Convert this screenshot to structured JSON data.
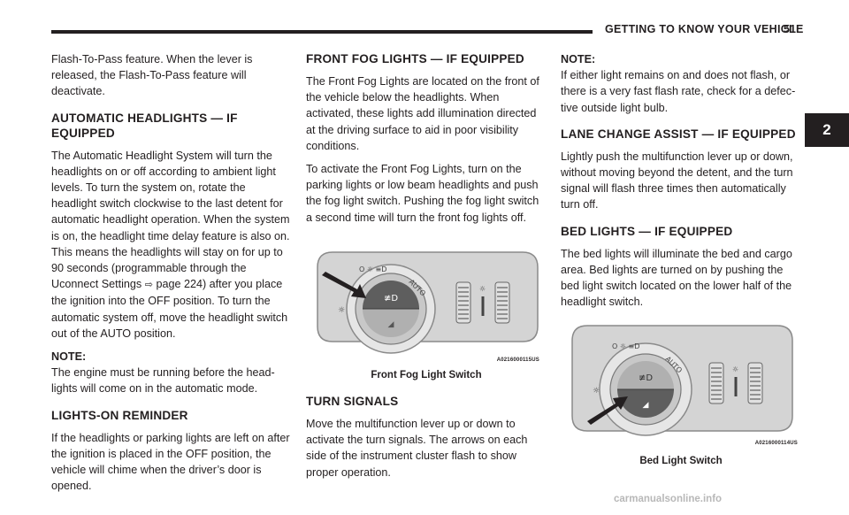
{
  "header": {
    "title": "GETTING TO KNOW YOUR VEHICLE",
    "page": "51"
  },
  "tab": "2",
  "col1": {
    "p1": "Flash-To-Pass feature. When the lever is released, the Flash-To-Pass feature will deactivate.",
    "h_auto": "AUTOMATIC HEADLIGHTS — IF EQUIPPED",
    "p_auto_a": "The Automatic Headlight System will turn the headlights on or off according to ambient light levels. To turn the system on, rotate the headlight switch clockwise to the last detent for automatic headlight operation. When the system is on, the headlight time delay feature is also on. This means the headlights will stay on for up to 90 seconds (programmable through the Uconnect Settings",
    "xref_arrow": "⇨",
    "p_auto_b": "page 224) after you place the ignition into the OFF position. To turn the automatic system off, move the headlight switch out of the AUTO position.",
    "note_label": "NOTE:",
    "note_text": "The engine must be running before the head-lights will come on in the automatic mode.",
    "h_remind": "LIGHTS-ON REMINDER",
    "p_remind": "If the headlights or parking lights are left on after the ignition is placed in the OFF position, the vehicle will chime when the driver’s door is opened."
  },
  "col2": {
    "h_fog": "FRONT FOG LIGHTS — IF EQUIPPED",
    "p_fog1": "The Front Fog Lights are located on the front of the vehicle below the headlights. When activated, these lights add illumination directed at the driving surface to aid in poor visibility conditions.",
    "p_fog2": "To activate the Front Fog Lights, turn on the parking lights or low beam headlights and push the fog light switch. Pushing the fog light switch a second time will turn the front fog lights off.",
    "fig_code": "A0216000115US",
    "fig_caption": "Front Fog Light Switch",
    "h_turn": "TURN SIGNALS",
    "p_turn": "Move the multifunction lever up or down to activate the turn signals. The arrows on each side of the instrument cluster flash to show proper operation."
  },
  "col3": {
    "note_label": "NOTE:",
    "note_text": "If either light remains on and does not flash, or there is a very fast flash rate, check for a defec-tive outside light bulb.",
    "h_lane": "LANE CHANGE ASSIST — IF EQUIPPED",
    "p_lane": "Lightly push the multifunction lever up or down, without moving beyond the detent, and the turn signal will flash three times then automatically turn off.",
    "h_bed": "BED LIGHTS — IF EQUIPPED",
    "p_bed": "The bed lights will illuminate the bed and cargo area. Bed lights are turned on by pushing the bed light switch located on the lower half of the headlight switch.",
    "fig_code": "A0216000114US",
    "fig_caption": "Bed Light Switch"
  },
  "watermark": "carmanualsonline.info",
  "colors": {
    "ink": "#231f20",
    "panel_light": "#d4d4d4",
    "knob_dark": "#5e5e5e"
  }
}
